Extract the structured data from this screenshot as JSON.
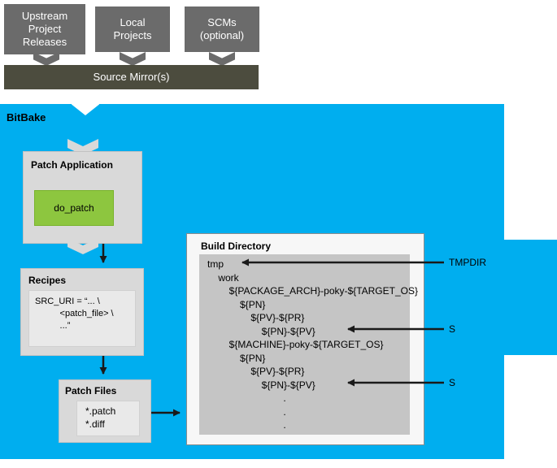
{
  "colors": {
    "blue": "#00aeef",
    "dark_gray": "#6b6b6b",
    "olive_bar": "#4c4c3e",
    "box_gray": "#d9d9d9",
    "inner_gray": "#e9e9e9",
    "green": "#8dc63f",
    "tree_bg": "#c5c5c5",
    "arrow": "#1a1a1a"
  },
  "sources": {
    "boxes": [
      {
        "label": "Upstream\nProject\nReleases"
      },
      {
        "label": "Local\nProjects"
      },
      {
        "label": "SCMs\n(optional)"
      }
    ],
    "mirror_label": "Source Mirror(s)"
  },
  "bitbake": {
    "label": "BitBake",
    "patch_application": {
      "title": "Patch Application",
      "task": "do_patch"
    },
    "recipes": {
      "title": "Recipes",
      "lines": [
        "SRC_URI = “... \\",
        "          <patch_file> \\",
        "          ...”"
      ]
    },
    "patch_files": {
      "title": "Patch Files",
      "lines": [
        "*.patch",
        "*.diff"
      ]
    },
    "build_directory": {
      "title": "Build Directory",
      "tree": [
        "tmp",
        "    work",
        "        ${PACKAGE_ARCH}-poky-${TARGET_OS}",
        "            ${PN}",
        "                ${PV}-${PR}",
        "                    ${PN}-${PV}",
        "        ${MACHINE}-poky-${TARGET_OS}",
        "            ${PN}",
        "                ${PV}-${PR}",
        "                    ${PN}-${PV}",
        "                            .",
        "                            .",
        "                            ."
      ]
    },
    "annotations": [
      {
        "label": "TMPDIR"
      },
      {
        "label": "S"
      },
      {
        "label": "S"
      }
    ]
  }
}
